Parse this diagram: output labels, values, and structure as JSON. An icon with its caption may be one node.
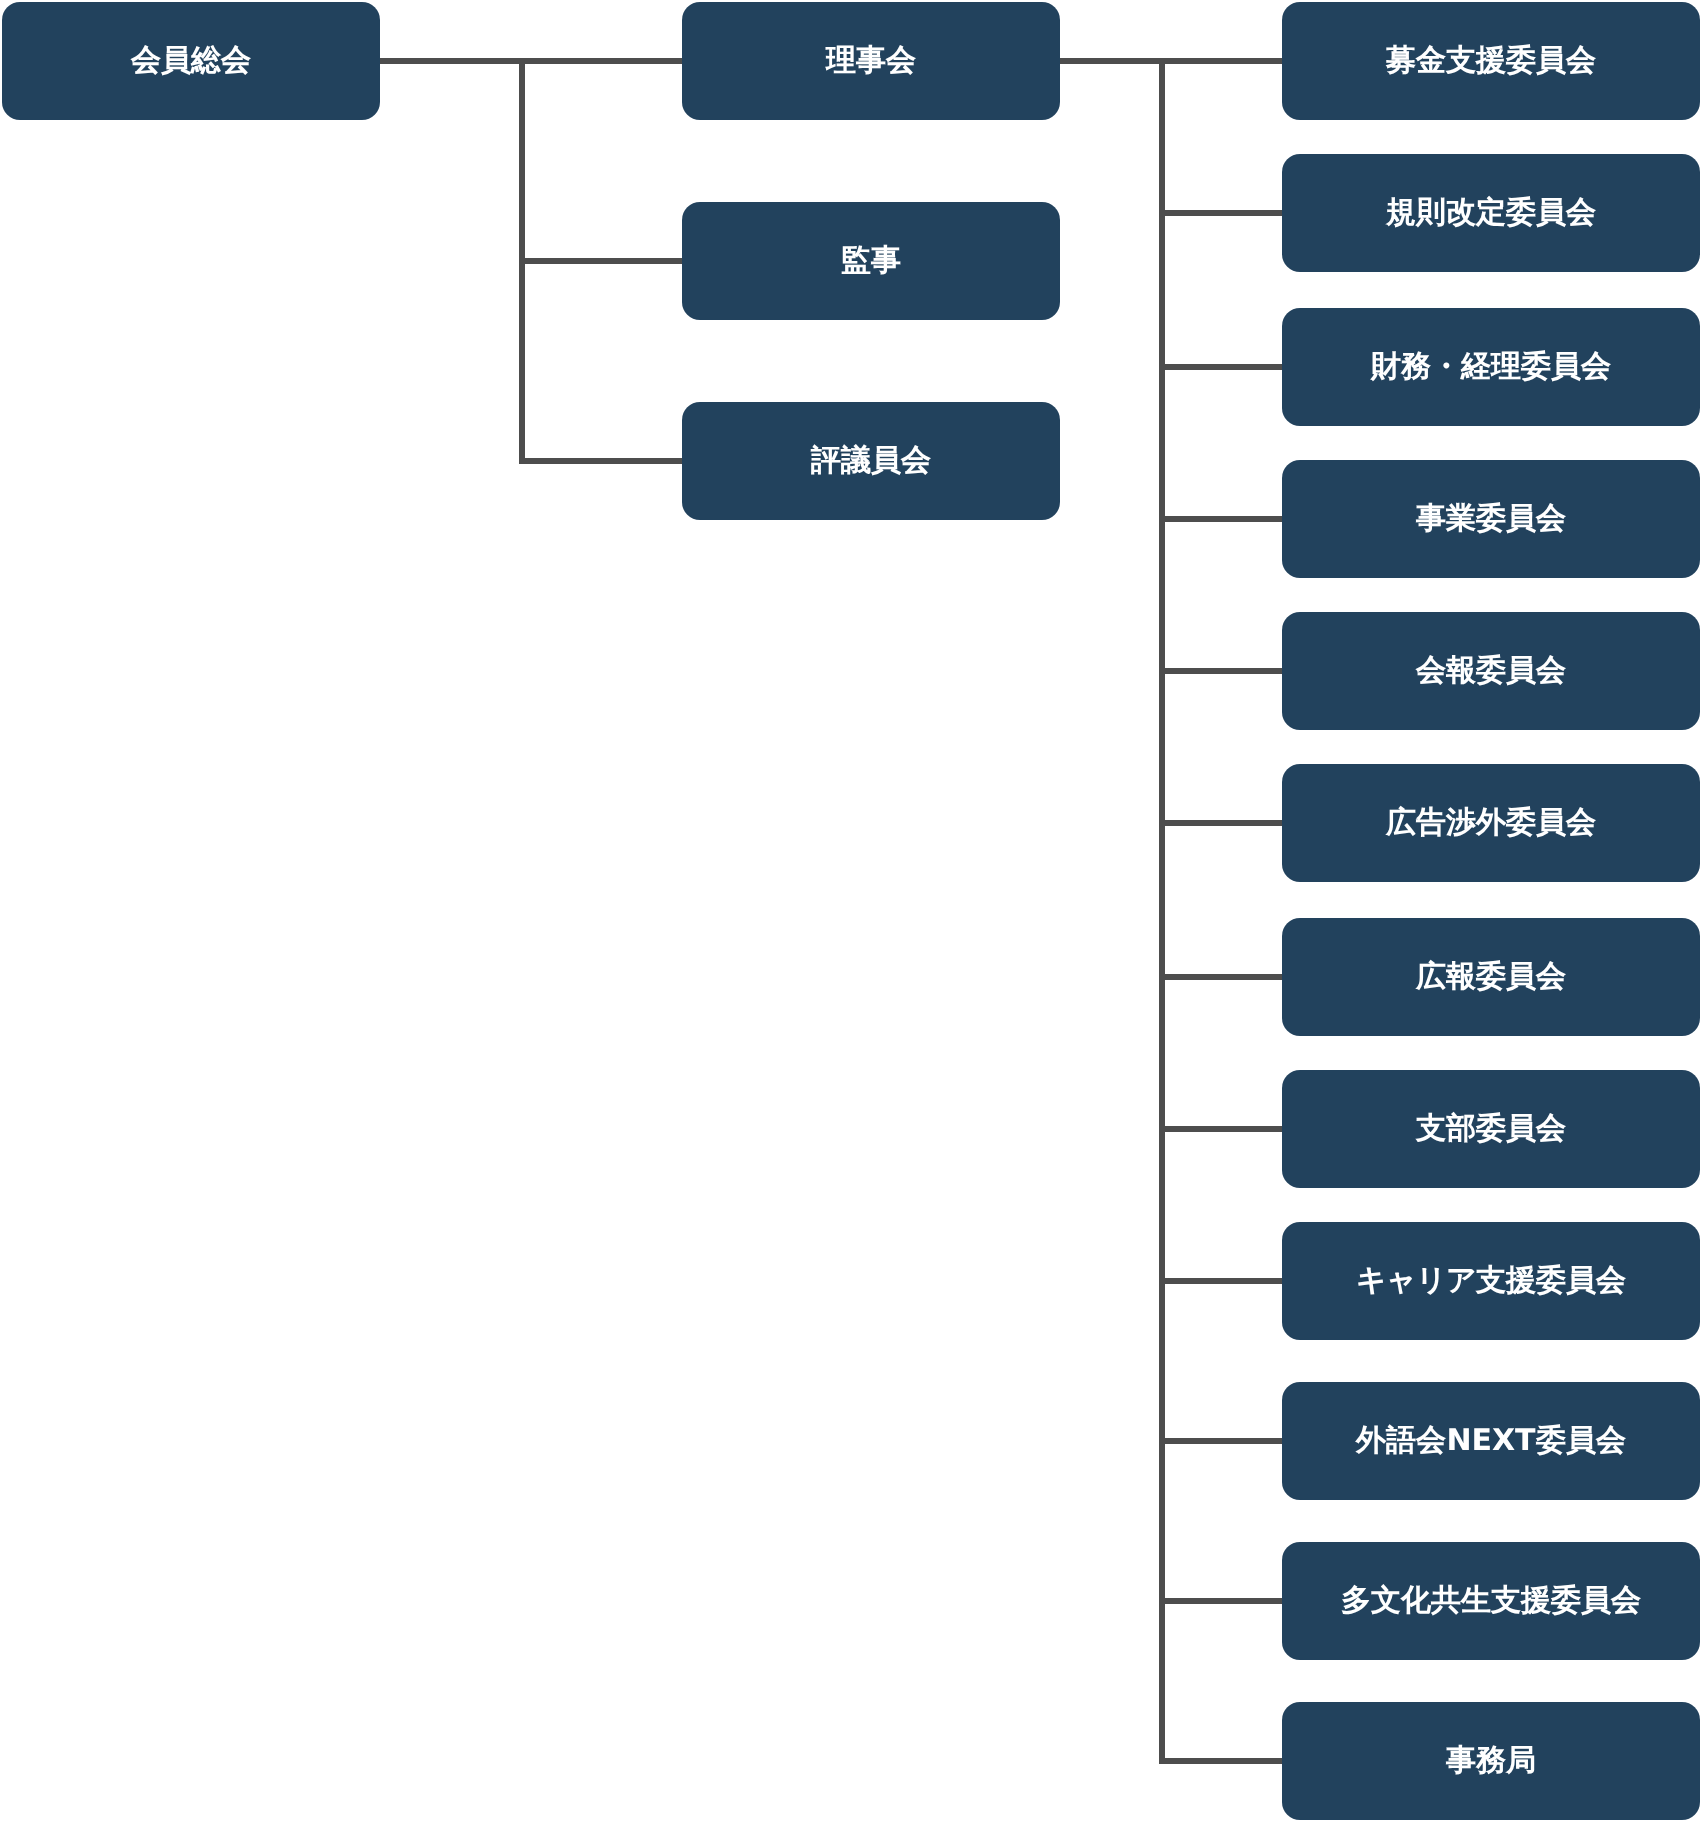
{
  "diagram": {
    "nodes": [
      {
        "text": [
          "会員総会"
        ]
      },
      {
        "text": [
          "理事会"
        ]
      },
      {
        "text": [
          "監事"
        ]
      },
      {
        "text": [
          "評議員会"
        ]
      },
      {
        "text": [
          "募金支援委員会"
        ]
      },
      {
        "text": [
          "規則改定委員会"
        ]
      },
      {
        "text": [
          "財務・経理委員会"
        ]
      },
      {
        "text": [
          "事業委員会"
        ]
      },
      {
        "text": [
          "会報委員会"
        ]
      },
      {
        "text": [
          "広告渉外委員会"
        ]
      },
      {
        "text": [
          "広報委員会"
        ]
      },
      {
        "text": [
          "支部委員会"
        ]
      },
      {
        "text": [
          "キャリア支援委員会"
        ]
      },
      {
        "text": [
          "外語会NEXT委員会"
        ]
      },
      {
        "text": [
          "多文化共生支援委員会"
        ]
      },
      {
        "text": [
          "事務局"
        ]
      }
    ],
    "edges": [
      {
        "from": 0,
        "to": 1,
        "arrow": "none"
      },
      {
        "from": 0,
        "to": 2,
        "arrow": "none"
      },
      {
        "from": 0,
        "to": 3,
        "arrow": "none"
      },
      {
        "from": 1,
        "to": 4,
        "arrow": "none"
      },
      {
        "from": 1,
        "to": 5,
        "arrow": "none"
      },
      {
        "from": 1,
        "to": 6,
        "arrow": "none"
      },
      {
        "from": 1,
        "to": 7,
        "arrow": "none"
      },
      {
        "from": 1,
        "to": 8,
        "arrow": "none"
      },
      {
        "from": 1,
        "to": 9,
        "arrow": "none"
      },
      {
        "from": 1,
        "to": 10,
        "arrow": "none"
      },
      {
        "from": 1,
        "to": 11,
        "arrow": "none"
      },
      {
        "from": 1,
        "to": 12,
        "arrow": "none"
      },
      {
        "from": 1,
        "to": 13,
        "arrow": "none"
      },
      {
        "from": 1,
        "to": 14,
        "arrow": "none"
      },
      {
        "from": 1,
        "to": 15,
        "arrow": "none"
      }
    ]
  }
}
